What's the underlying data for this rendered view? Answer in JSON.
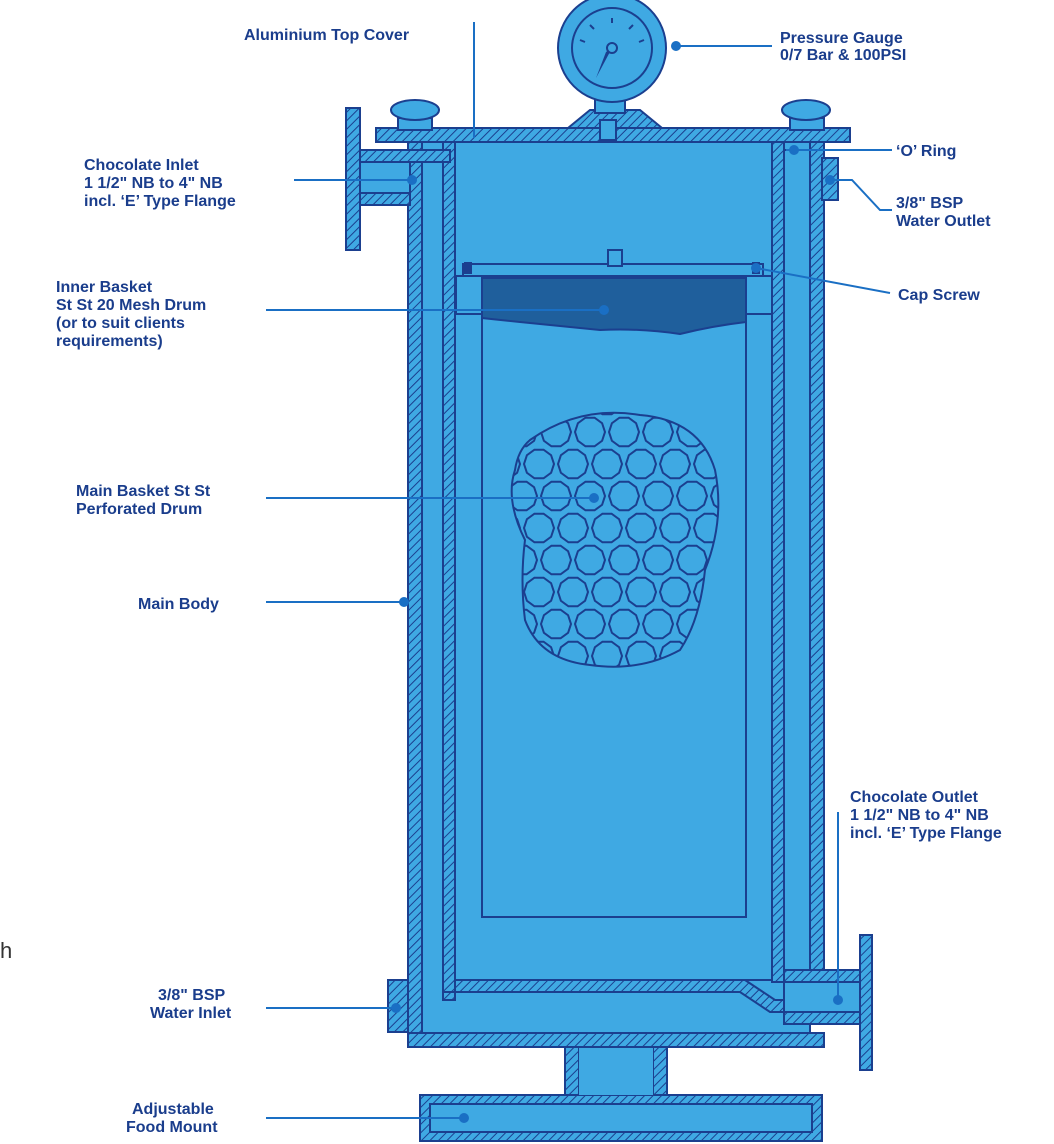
{
  "colors": {
    "body_fill": "#3fa9e3",
    "outline": "#1b3f8f",
    "hatch": "#1b3f8f",
    "dark_band": "#1f5f9c",
    "label_text": "#1a3d8c",
    "leader_line": "#1a6fc4"
  },
  "labels": {
    "aluminium_top_cover": "Aluminium Top Cover",
    "pressure_gauge": [
      "Pressure Gauge",
      "0/7 Bar & 100PSI"
    ],
    "o_ring": "‘O’ Ring",
    "chocolate_inlet": [
      "Chocolate Inlet",
      "1 1/2\" NB to 4\" NB",
      "incl. ‘E’ Type Flange"
    ],
    "water_outlet": [
      "3/8\" BSP",
      "Water Outlet"
    ],
    "inner_basket": [
      "Inner Basket",
      "St St 20 Mesh Drum",
      "(or to suit clients",
      "requirements)"
    ],
    "cap_screw": "Cap Screw",
    "main_basket": [
      "Main Basket St St",
      "Perforated Drum"
    ],
    "main_body": "Main Body",
    "chocolate_outlet": [
      "Chocolate Outlet",
      "1 1/2\"  NB to 4\" NB",
      "incl. ‘E’ Type Flange"
    ],
    "water_inlet": [
      "3/8\" BSP",
      "Water Inlet"
    ],
    "adjustable_mount": [
      "Adjustable",
      "Food Mount"
    ],
    "stray_glyph": "h"
  }
}
